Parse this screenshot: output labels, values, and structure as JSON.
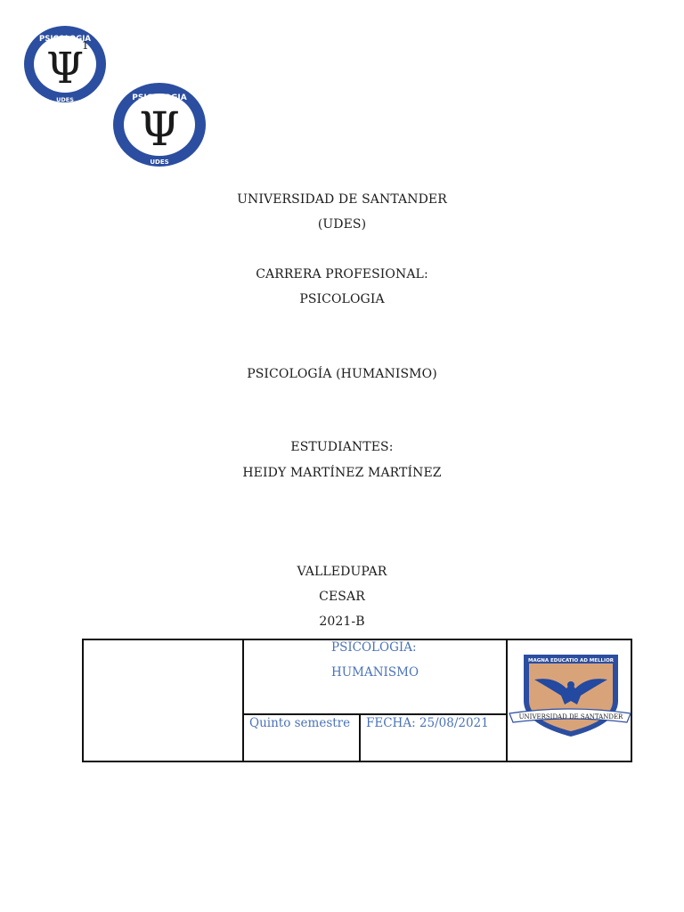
{
  "logos": {
    "psych_logo_text_top": "PSICOLOGIA",
    "psych_logo_text_bottom": "UDES",
    "psych_logo_symbol": "Ψ",
    "psych_colors": {
      "ring": "#2b4ea0",
      "symbol": "#1a1a1a"
    },
    "udes_crest_motto": "MAGNA EDUCATIO AD MELLIOR",
    "udes_crest_banner": "UNIVERSIDAD DE SANTANDER",
    "udes_colors": {
      "shield": "#d9a37a",
      "border": "#2b4ea0",
      "eagle": "#2349a0"
    }
  },
  "footnote_marker": "1",
  "cover": {
    "university": "UNIVERSIDAD DE SANTANDER",
    "university_abbr": "(UDES)",
    "career_label": "CARRERA PROFESIONAL:",
    "career": "PSICOLOGIA",
    "subject": "PSICOLOGÍA (HUMANISMO)",
    "students_label": "ESTUDIANTES:",
    "student": "HEIDY MARTÍNEZ MARTÍNEZ",
    "city": "VALLEDUPAR",
    "department": "CESAR",
    "period": "2021-B"
  },
  "table": {
    "title": "PSICOLOGIA:",
    "topic": "HUMANISMO",
    "semester": "Quinto semestre",
    "date": "FECHA: 25/08/2021",
    "text_color": "#4a73b8"
  }
}
